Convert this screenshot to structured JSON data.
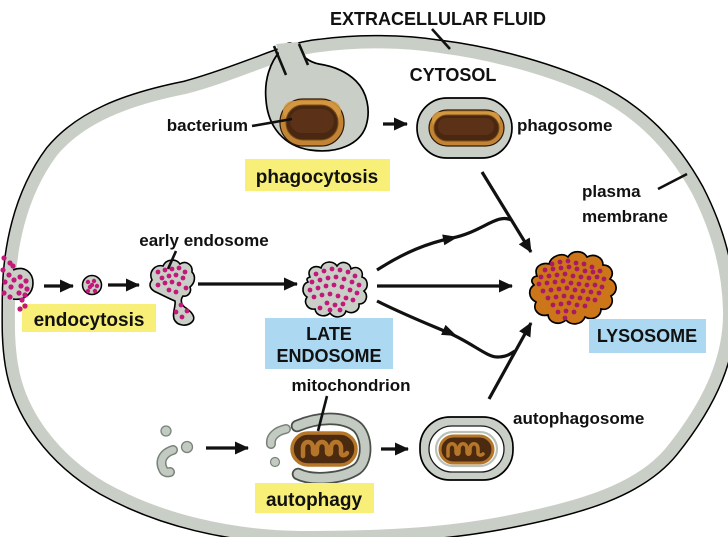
{
  "figure": {
    "region_labels": {
      "extracellular_fluid": "EXTRACELLULAR FLUID",
      "cytosol": "CYTOSOL"
    },
    "structure_labels": {
      "bacterium": "bacterium",
      "phagosome": "phagosome",
      "plasma_membrane_line1": "plasma",
      "plasma_membrane_line2": "membrane",
      "early_endosome": "early endosome",
      "late_endosome_line1": "LATE",
      "late_endosome_line2": "ENDOSOME",
      "mitochondrion": "mitochondrion",
      "autophagosome": "autophagosome",
      "lysosome": "LYSOSOME"
    },
    "process_labels": {
      "phagocytosis": "phagocytosis",
      "endocytosis": "endocytosis",
      "autophagy": "autophagy"
    },
    "colors": {
      "membrane_gray": "#c9cfc6",
      "membrane_outline": "#000000",
      "process_highlight_yellow": "#f7ef78",
      "organelle_highlight_blue": "#acd8f2",
      "cargo_dot_magenta": "#c2187a",
      "lysosome_dot_magenta": "#a81a68",
      "lysosome_orange": "#cd7519",
      "bacterium_dark_brown": "#4a2711",
      "bacterium_golden_ring": "#c28434",
      "mitochondrion_ring_gold": "#b5762a",
      "label_text": "#111111"
    }
  }
}
